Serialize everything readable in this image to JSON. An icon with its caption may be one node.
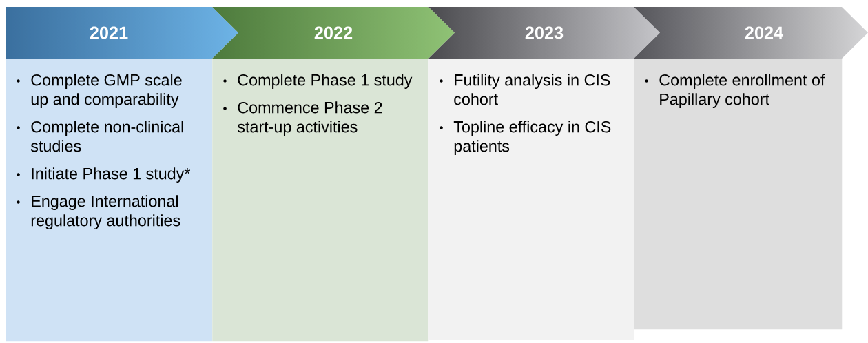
{
  "diagram": {
    "nodes": [
      {
        "text": [
          "2021"
        ]
      },
      {
        "text": [
          "Complete GMP scale up and comparability",
          "Complete non-clinical studies",
          "Initiate Phase 1 study*",
          "Engage International regulatory authorities"
        ]
      },
      {
        "text": [
          "2022"
        ]
      },
      {
        "text": [
          "Complete Phase 1 study",
          "Commence Phase 2 start-up activities"
        ]
      },
      {
        "text": [
          "2023"
        ]
      },
      {
        "text": [
          "Futility analysis in CIS cohort",
          "Topline efficacy in CIS patients"
        ]
      },
      {
        "text": [
          "2024"
        ]
      },
      {
        "text": [
          "Complete enrollment of Papillary cohort"
        ]
      }
    ]
  }
}
